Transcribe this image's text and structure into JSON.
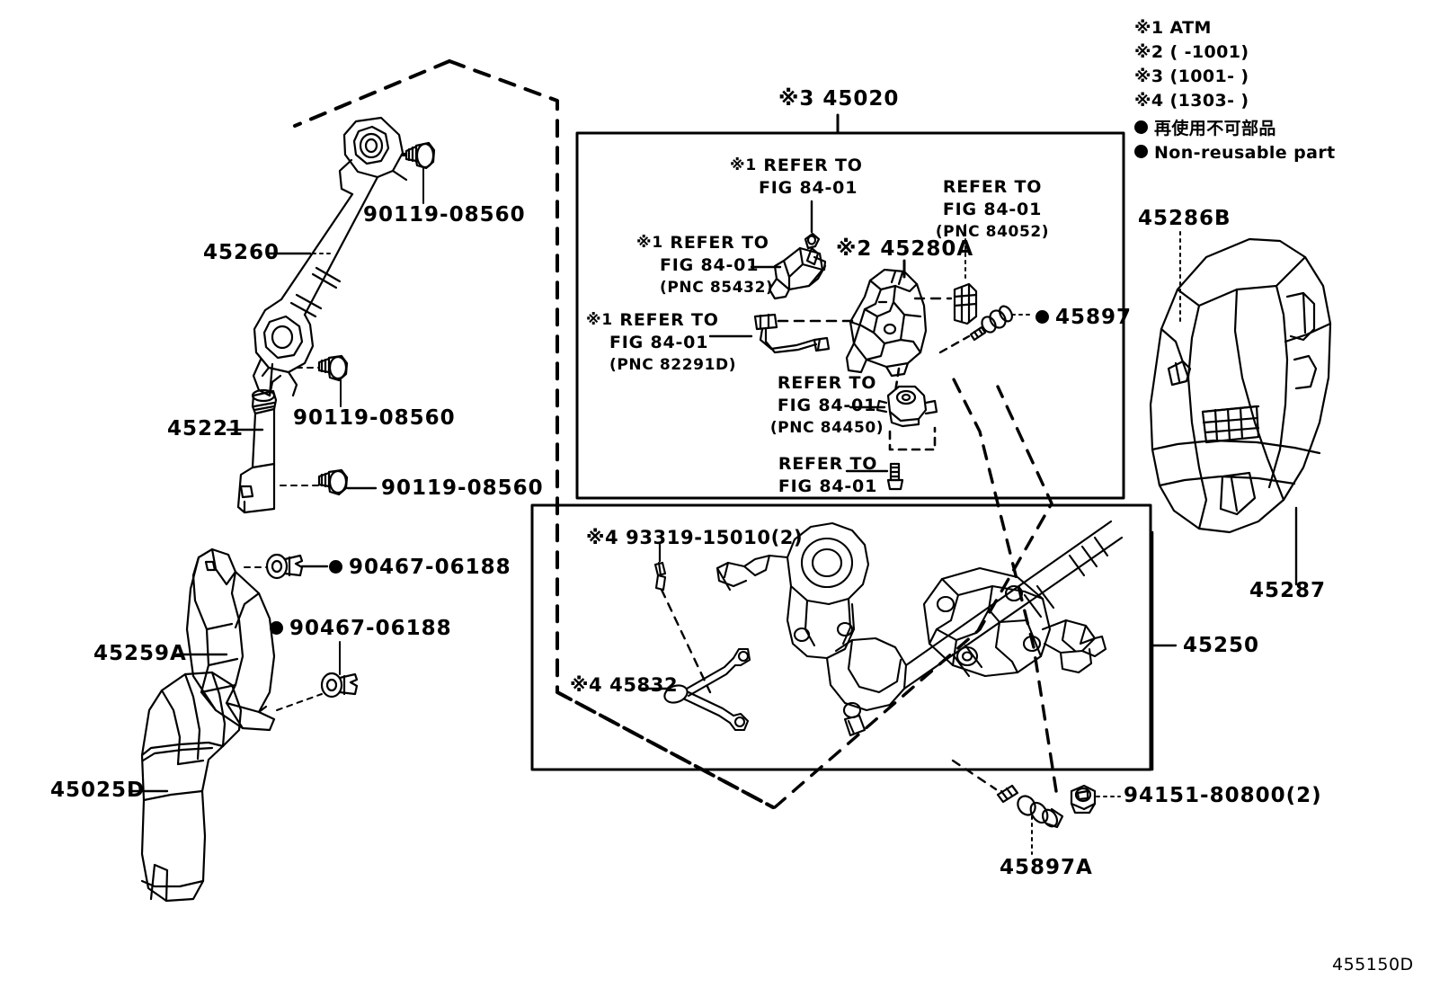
{
  "diagram": {
    "figure_code": "455150D",
    "title_part": "45020"
  },
  "legend": {
    "lines": [
      "※1  ATM",
      "※2 (   -1001)",
      "※3 (1001-   )",
      "※4 (1303-    )"
    ],
    "notes": [
      "再使用不可部品",
      "Non-reusable part"
    ]
  },
  "labels": {
    "p45020": "※3 45020",
    "p45260": "45260",
    "p45221": "45221",
    "p45259a": "45259A",
    "p45025d": "45025D",
    "p45280a": "※2 45280A",
    "p45286b": "45286B",
    "p45287": "45287",
    "p45250": "45250",
    "p45897": "45897",
    "p45897a": "45897A",
    "bolt_90119_a": "90119-08560",
    "bolt_90119_b": "90119-08560",
    "bolt_90119_c": "90119-08560",
    "clip_90467_a": "90467-06188",
    "clip_90467_b": "90467-06188",
    "nut_94151": "94151-80800(2)",
    "bolt_93319": "※4 93319-15010(2)",
    "p445832": "※4 45832"
  },
  "refer_blocks": {
    "r1": {
      "star": "※1",
      "l1": "REFER TO",
      "l2": "FIG 84-01",
      "pnc": ""
    },
    "r2": {
      "star": "※1",
      "l1": "REFER TO",
      "l2": "FIG 84-01",
      "pnc": "(PNC 85432)"
    },
    "r3": {
      "star": "",
      "l1": "REFER TO",
      "l2": "FIG 84-01",
      "pnc": "(PNC 84052)"
    },
    "r4": {
      "star": "※1",
      "l1": "REFER TO",
      "l2": "FIG 84-01",
      "pnc": "(PNC 82291D)"
    },
    "r5": {
      "star": "",
      "l1": "REFER TO",
      "l2": "FIG 84-01",
      "pnc": "(PNC 84450)"
    },
    "r6": {
      "star": "",
      "l1": "REFER TO",
      "l2": "FIG 84-01",
      "pnc": ""
    }
  }
}
